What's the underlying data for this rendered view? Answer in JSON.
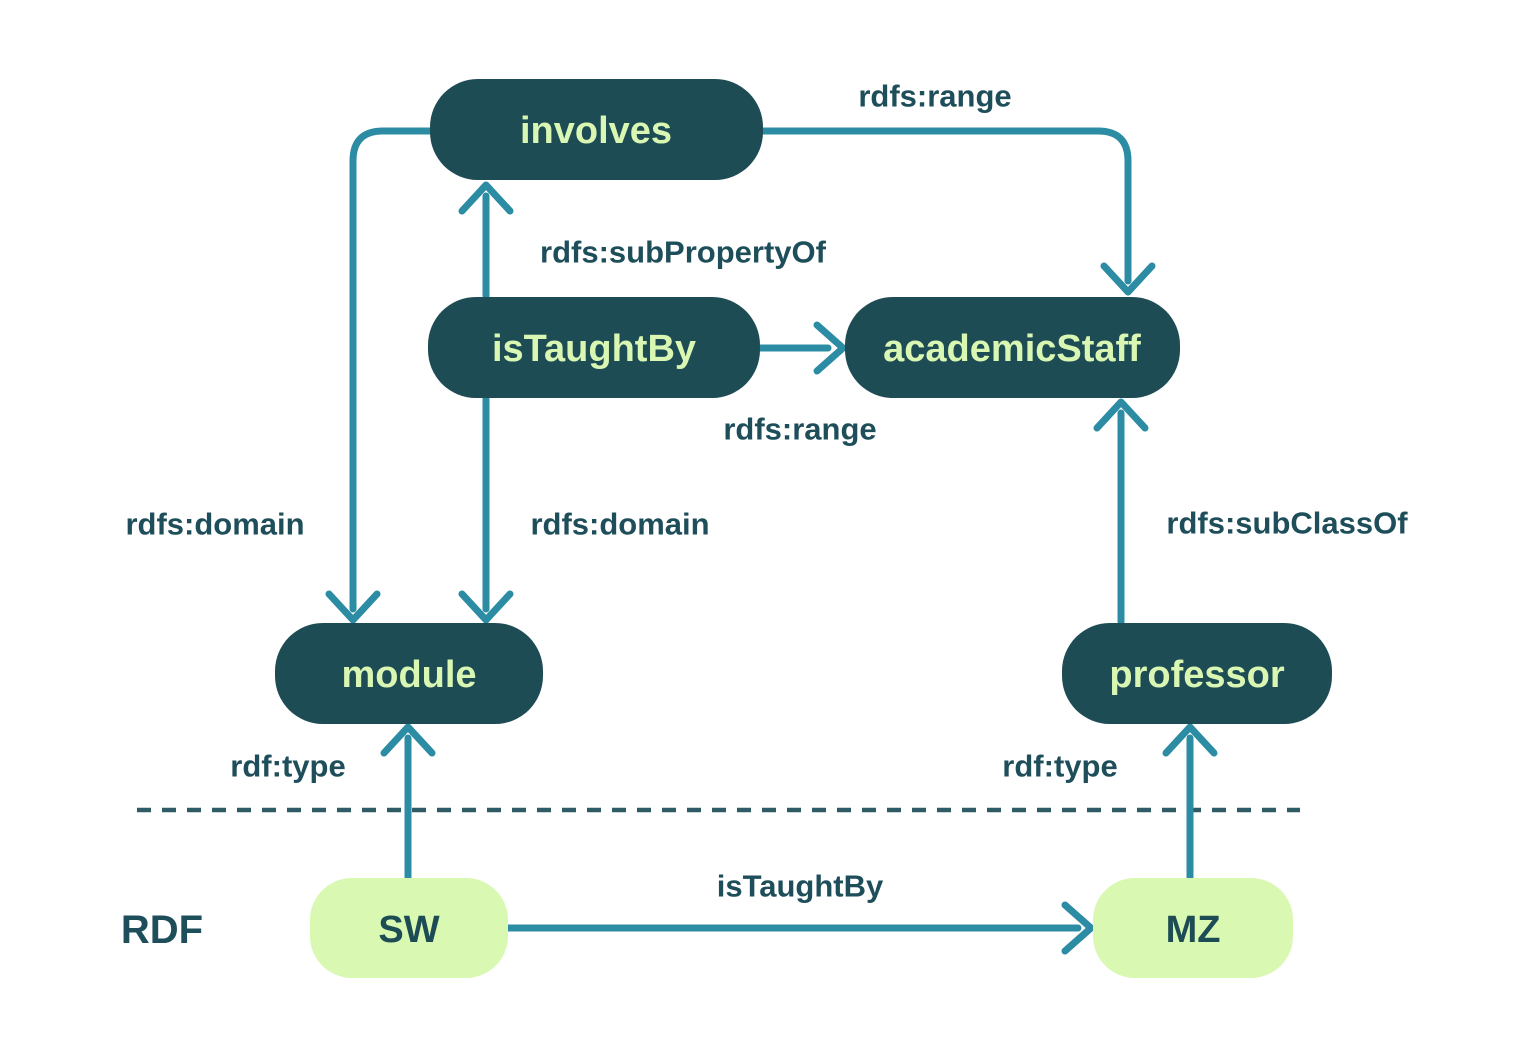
{
  "diagram": {
    "description": "RDFS schema diagram with RDF instance layer",
    "layer_label": "RDF"
  },
  "colors": {
    "background": "#ffffff",
    "node_dark_fill": "#1e4c55",
    "node_dark_text": "#d9f7b3",
    "instance_fill": "#d9f8b2",
    "instance_text": "#1e4c55",
    "arrow": "#2b8ca3",
    "edge_label_text": "#1f4e5b",
    "dashed_separator": "#2e5b66"
  },
  "nodes": {
    "involves": {
      "label": "involves"
    },
    "isTaughtBy": {
      "label": "isTaughtBy"
    },
    "academicStaff": {
      "label": "academicStaff"
    },
    "module": {
      "label": "module"
    },
    "professor": {
      "label": "professor"
    },
    "sw": {
      "label": "SW"
    },
    "mz": {
      "label": "MZ"
    }
  },
  "edges": {
    "range_top": {
      "label": "rdfs:range"
    },
    "sub_property_of": {
      "label": "rdfs:subPropertyOf"
    },
    "domain_left": {
      "label": "rdfs:domain"
    },
    "domain_right": {
      "label": "rdfs:domain"
    },
    "range_mid": {
      "label": "rdfs:range"
    },
    "sub_class_of": {
      "label": "rdfs:subClassOf"
    },
    "type_left": {
      "label": "rdf:type"
    },
    "type_right": {
      "label": "rdf:type"
    },
    "is_taught_by": {
      "label": "isTaughtBy"
    }
  }
}
